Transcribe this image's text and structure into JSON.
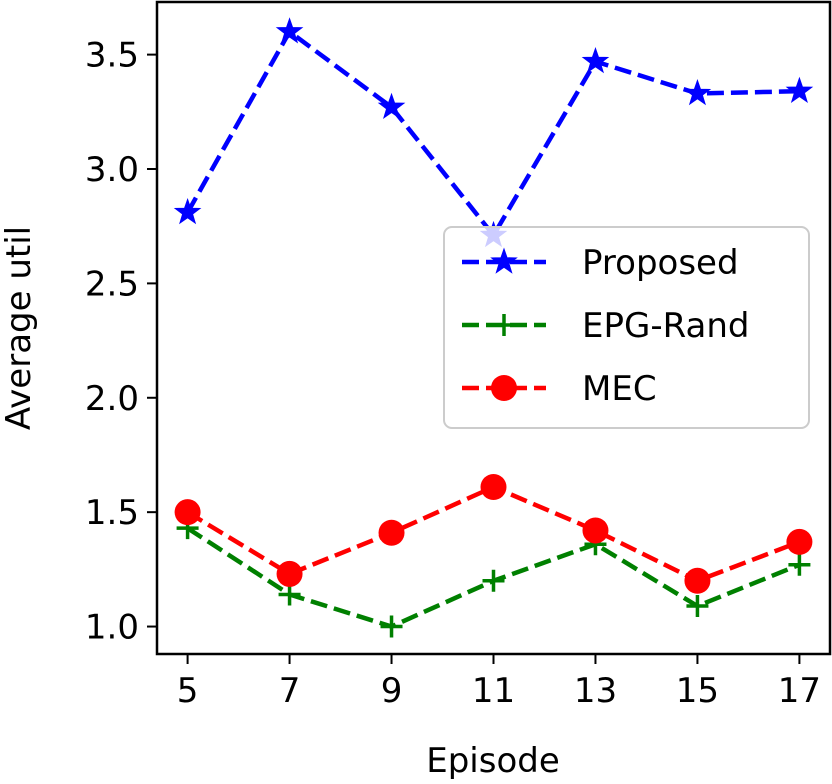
{
  "chart_data": {
    "type": "line",
    "title": "",
    "xlabel": "Episode",
    "ylabel": "Average util",
    "x": [
      5,
      7,
      9,
      11,
      13,
      15,
      17
    ],
    "xticks": [
      "5",
      "7",
      "9",
      "11",
      "13",
      "15",
      "17"
    ],
    "yticks": [
      "1.0",
      "1.5",
      "2.0",
      "2.5",
      "3.0",
      "3.5"
    ],
    "xlim": [
      4.4,
      17.6
    ],
    "ylim": [
      0.88,
      3.73
    ],
    "grid": false,
    "legend_position": "center-right",
    "series": [
      {
        "name": "Proposed",
        "values": [
          2.81,
          3.6,
          3.27,
          2.71,
          3.47,
          3.33,
          3.34
        ],
        "color": "#0000ff",
        "marker": "star"
      },
      {
        "name": "EPG-Rand",
        "values": [
          1.43,
          1.14,
          1.0,
          1.2,
          1.36,
          1.09,
          1.27
        ],
        "color": "#008000",
        "marker": "plus"
      },
      {
        "name": "MEC",
        "values": [
          1.5,
          1.23,
          1.41,
          1.61,
          1.42,
          1.2,
          1.37
        ],
        "color": "#ff0000",
        "marker": "circle"
      }
    ]
  }
}
